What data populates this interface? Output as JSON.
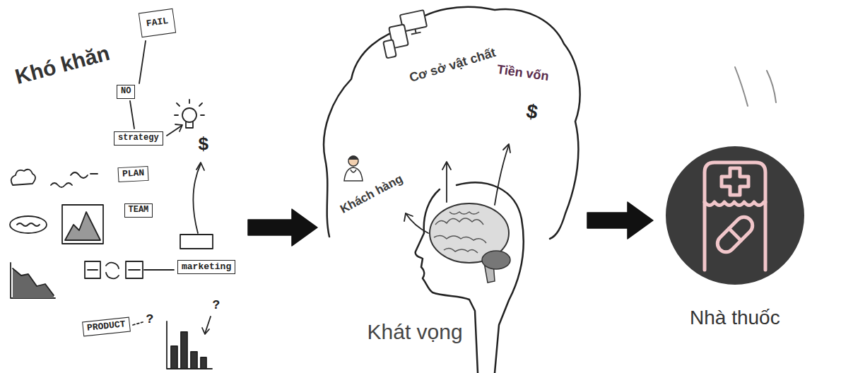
{
  "diagram": {
    "nodes": [
      {
        "text": [
          "Khó khăn"
        ]
      },
      {
        "text": [
          "Cơ sở vật chất",
          "Tiền vốn",
          "Khách hàng",
          "Khát vọng"
        ]
      },
      {
        "text": [
          "Nhà thuốc"
        ]
      }
    ],
    "edges": [
      {
        "from": 0,
        "to": 1,
        "arrow": "to"
      },
      {
        "from": 1,
        "to": 2,
        "arrow": "to"
      }
    ],
    "labels": [
      "NO",
      "FAIL",
      "strategy",
      "PLAN",
      "TEAM",
      "marketing",
      "PRODUCT",
      "?",
      "?",
      "$",
      "$"
    ]
  }
}
